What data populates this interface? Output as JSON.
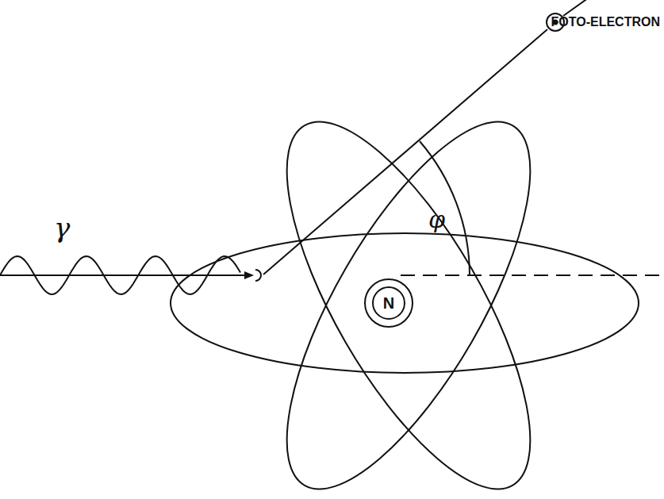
{
  "diagram": {
    "nodes": [
      {
        "text": [
          "N"
        ]
      }
    ],
    "labels": [
      "γ",
      "FOTO-ELECTRON",
      "φ"
    ]
  }
}
